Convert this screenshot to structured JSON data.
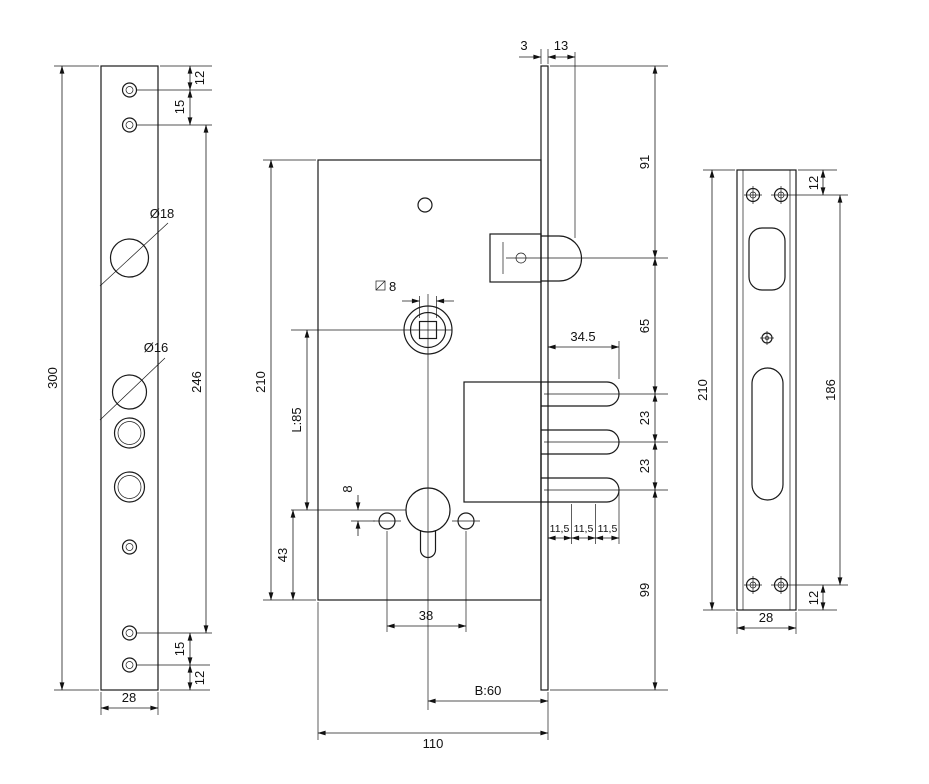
{
  "front_plate": {
    "top_hole_offset": "12",
    "top_hole_spacing": "15",
    "large_hole_dia": "Ø18",
    "mid_hole_dia": "Ø16",
    "height": "300",
    "hole_span": "246",
    "bottom_hole_spacing": "15",
    "bottom_hole_offset": "12",
    "width": "28"
  },
  "lock_body": {
    "faceplate_thickness": "3",
    "latch_protrusion": "13",
    "top_to_latch": "91",
    "latch_to_first_bolt": "65",
    "bolt_protrusion": "34.5",
    "bolt_pitch_1": "23",
    "bolt_pitch_2": "23",
    "bolt_to_bottom": "99",
    "height": "210",
    "centre_distance": "L:85",
    "cylinder_to_bottom": "43",
    "spindle_square": "8",
    "screw_offset": "8",
    "bolt_segment_1": "11,5",
    "bolt_segment_2": "11,5",
    "bolt_segment_3": "11,5",
    "screw_spacing": "38",
    "backset": "B:60",
    "width": "110"
  },
  "strike_plate": {
    "top_screw_offset": "12",
    "screw_spacing": "186",
    "bottom_screw_offset": "12",
    "height": "210",
    "width": "28"
  }
}
